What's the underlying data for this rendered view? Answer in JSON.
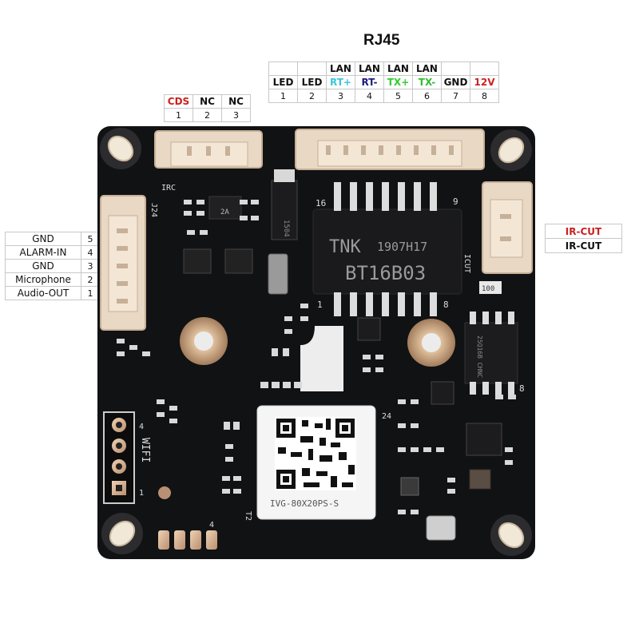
{
  "rj45": {
    "title": "RJ45",
    "top_labels": [
      "",
      "",
      "LAN",
      "LAN",
      "LAN",
      "LAN",
      "",
      ""
    ],
    "labels": [
      "LED",
      "LED",
      "RT+",
      "RT-",
      "TX+",
      "TX-",
      "GND",
      "12V"
    ],
    "label_colors": [
      "#111111",
      "#111111",
      "#3cc6d8",
      "#1a1a80",
      "#33cc33",
      "#33bb33",
      "#111111",
      "#cc2020"
    ],
    "numbers": [
      "1",
      "2",
      "3",
      "4",
      "5",
      "6",
      "7",
      "8"
    ]
  },
  "cds_connector": {
    "labels": [
      "CDS",
      "NC",
      "NC"
    ],
    "label_colors": [
      "#cc2020",
      "#111111",
      "#111111"
    ],
    "numbers": [
      "1",
      "2",
      "3"
    ]
  },
  "audio_connector": {
    "rows": [
      {
        "label": "GND",
        "num": "5"
      },
      {
        "label": "ALARM-IN",
        "num": "4"
      },
      {
        "label": "GND",
        "num": "3"
      },
      {
        "label": "Microphone",
        "num": "2"
      },
      {
        "label": "Audio-OUT",
        "num": "1"
      }
    ]
  },
  "ircut_connector": {
    "rows": [
      {
        "label": "IR-CUT",
        "color": "#cc2020"
      },
      {
        "label": "IR-CUT",
        "color": "#111111"
      }
    ]
  },
  "board": {
    "chip1_brand": "TNK",
    "chip1_code": "1907H17",
    "chip1_part": "BT16B03",
    "pin16": "16",
    "pin9": "9",
    "pin1_transformer": "1",
    "pin8_transformer": "8",
    "irc": "IRC",
    "icut": "ICUT",
    "j24": "J24",
    "wifi": "WIFI",
    "wifi_pin4": "4",
    "wifi_pin1": "1",
    "module": "IVG-80X20PS-S",
    "pin24": "24",
    "p2a": "2A",
    "r100": "100",
    "c1504": "1504",
    "flash": "25Q16B CHNC",
    "pin8_flash": "8",
    "pin4_bottom": "4",
    "t2": "T2"
  }
}
